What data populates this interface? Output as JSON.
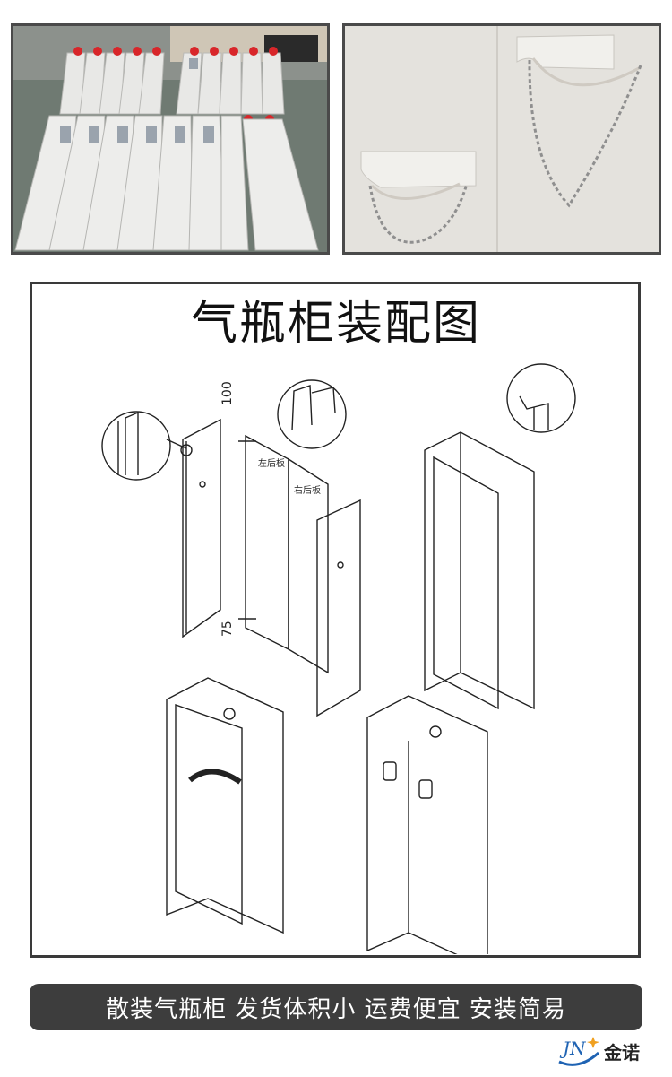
{
  "title": "气瓶柜装配图",
  "dimensions": {
    "top": "100",
    "bottom": "75"
  },
  "panel_labels": {
    "left": "左后板",
    "right": "右后板"
  },
  "banner": "散装气瓶柜 发货体积小 运费便宜 安装简易",
  "brand": {
    "logo_text": "JN",
    "name": "金诺"
  },
  "colors": {
    "banner_bg": "#3d3d3d",
    "indicator_red": "#d8262a",
    "frame": "#3a3a3a"
  }
}
